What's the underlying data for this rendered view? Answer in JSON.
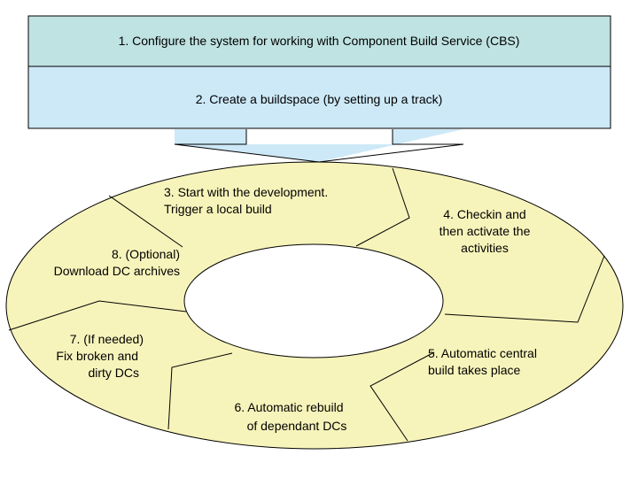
{
  "colors": {
    "box_top": "#bfe2e2",
    "box_bottom": "#cde9f7",
    "ring_fill": "#f7f4bb",
    "arrow_fill": "#cde9f7",
    "inner_fill": "#ffffff",
    "stroke": "#000000"
  },
  "header": {
    "step1": "1. Configure the system for working with Component Build Service (CBS)",
    "step2": "2. Create a buildspace (by setting up a track)"
  },
  "cycle": {
    "step3": {
      "line1": "3. Start with the development.",
      "line2": "Trigger a local build"
    },
    "step4": {
      "line1": "4. Checkin and",
      "line2": "then activate  the",
      "line3": "activities"
    },
    "step5": {
      "line1": "5. Automatic central",
      "line2": "build takes place"
    },
    "step6": {
      "line1": "6. Automatic rebuild",
      "line2": "of dependant  DCs"
    },
    "step7": {
      "line1": "7. (If needed)",
      "line2": "Fix broken and",
      "line3": "dirty DCs"
    },
    "step8": {
      "line1": "8. (Optional)",
      "line2": "Download DC archives"
    }
  }
}
